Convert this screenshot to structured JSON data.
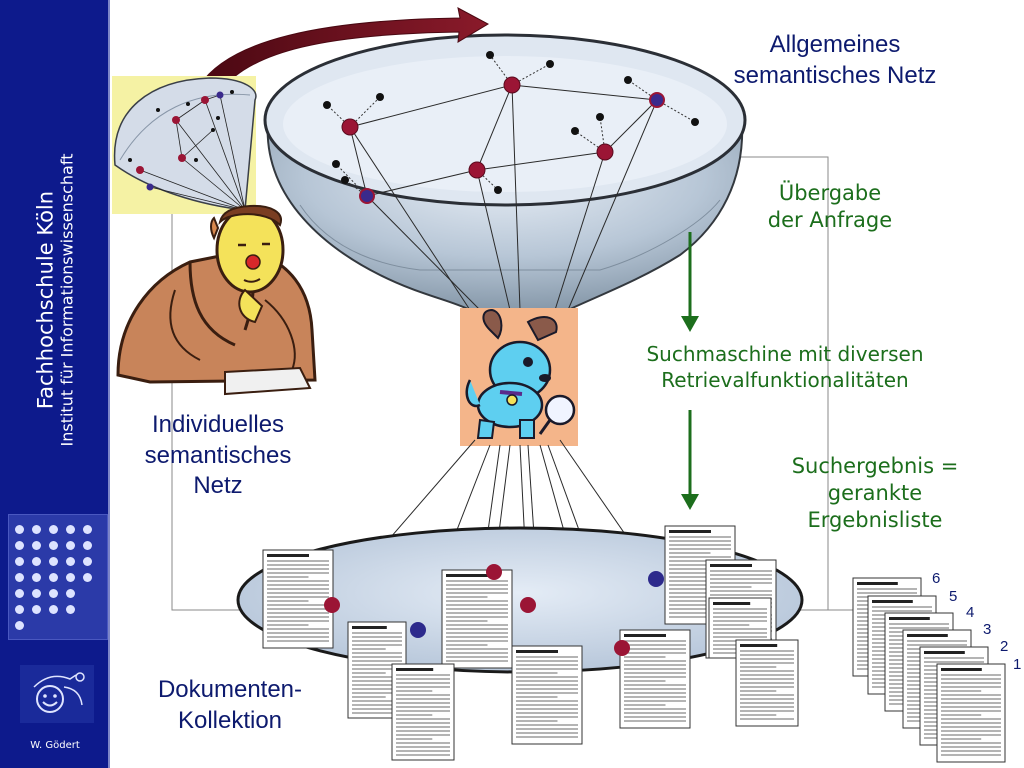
{
  "sidebar": {
    "institution": "Fachhochschule Köln",
    "department": "Institut für Informationswissenschaft",
    "author": "W. Gödert"
  },
  "diagram": {
    "general_network": "Allgemeines semantisches Netz",
    "query_handover": "Übergabe der Anfrage",
    "search_engine": "Suchmaschine mit diversen Retrievalfunktionalitäten",
    "search_result": "Suchergebnis = gerankte Ergebnisliste",
    "individual_network": "Individuelles semantisches Netz",
    "document_collection": "Dokumenten-Kollektion",
    "ranks": [
      "6",
      "5",
      "4",
      "3",
      "2",
      "1"
    ]
  },
  "colors": {
    "sidebar_bg": "#0d1a8c",
    "label_navy": "#0d1a6e",
    "label_green": "#1c6e1c",
    "node_red": "#9b1535",
    "node_blue": "#2d2a8c",
    "arrow_dark_red": "#6b0f1e"
  },
  "icons": [
    "thinking-man-illustration",
    "search-dog-illustration",
    "smiley-logo-icon"
  ]
}
